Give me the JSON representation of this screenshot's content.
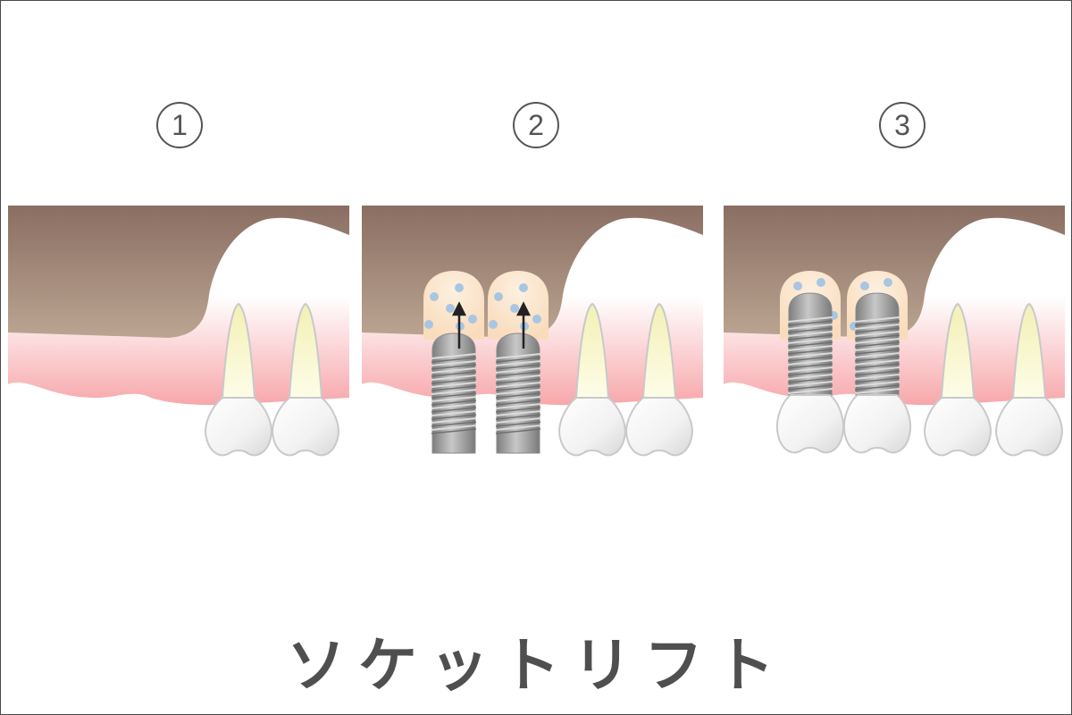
{
  "steps": [
    {
      "number": "1",
      "label": "①",
      "description": "Missing teeth with reduced bone height below maxillary sinus"
    },
    {
      "number": "2",
      "label": "②",
      "description": "Implants inserted, sinus floor lifted with bone graft material"
    },
    {
      "number": "3",
      "label": "③",
      "description": "Implants in place with crowns attached"
    }
  ],
  "title": "ソケットリフト",
  "colors": {
    "sinus_top": "#8a6e62",
    "sinus_bottom": "#b8a08e",
    "gum": "#f7a9ad",
    "graft": "#fbe2c8",
    "graft_particle": "#9fc0e0",
    "implant": "#9a9a9a",
    "tooth_root": "#f6f3c4",
    "text": "#4f4f4f",
    "border": "#4a4a4a"
  }
}
